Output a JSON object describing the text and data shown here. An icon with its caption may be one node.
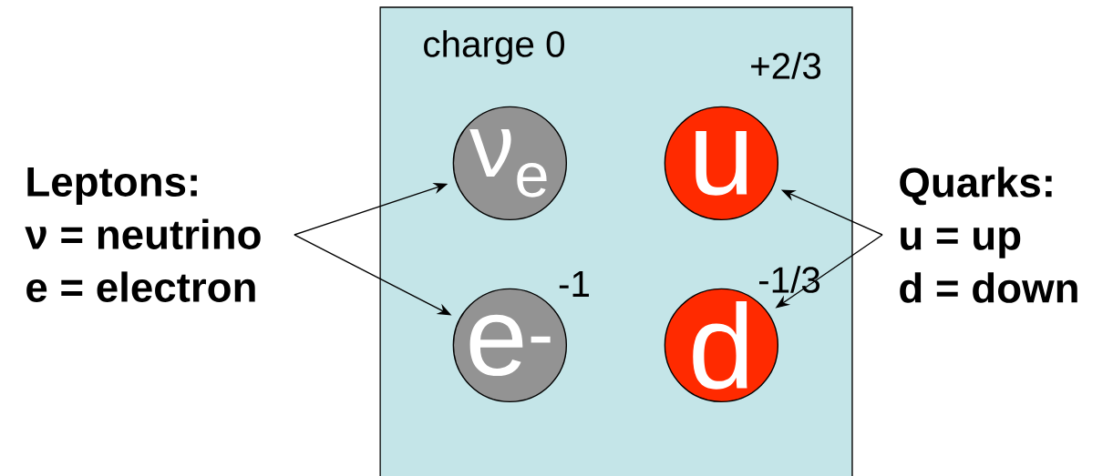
{
  "diagram": {
    "nodes": [
      {
        "text": [],
        "shape": "box"
      },
      {
        "text": [
          "ν$_{e}$"
        ],
        "in": 0,
        "beside": [
          "charge 0"
        ]
      },
      {
        "text": [
          "u"
        ],
        "in": 0,
        "beside": [
          "+2/3"
        ]
      },
      {
        "text": [
          "e$^{-}$"
        ],
        "in": 0,
        "beside": [
          "-1"
        ]
      },
      {
        "text": [
          "d"
        ],
        "in": 0,
        "beside": [
          "-1/3"
        ]
      },
      {
        "text": [
          "Leptons:",
          "ν = neutrino",
          "e = electron"
        ]
      },
      {
        "text": [
          "Quarks:",
          "u = up",
          "d = down"
        ]
      }
    ],
    "edges": [
      {
        "from": 5,
        "to": 1,
        "arrow": "to"
      },
      {
        "from": 5,
        "to": 3,
        "arrow": "to"
      },
      {
        "from": 6,
        "to": 2,
        "arrow": "to"
      },
      {
        "from": 6,
        "to": 4,
        "arrow": "to"
      }
    ]
  }
}
